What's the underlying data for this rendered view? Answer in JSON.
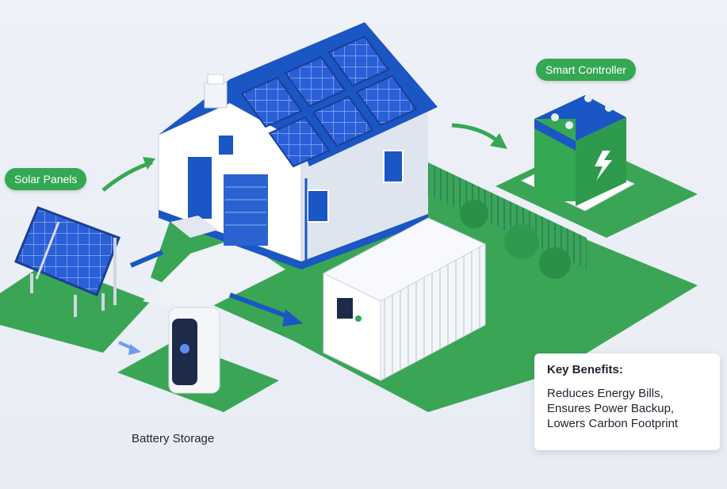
{
  "labels": {
    "solar_panels": "Solar Panels",
    "smart_controller": "Smart Controller",
    "battery_storage": "Battery Storage"
  },
  "benefits": {
    "title": "Key Benefits:",
    "items": [
      "Reduces Energy Bills,",
      "Ensures Power Backup,",
      "Lowers Carbon Footprint"
    ]
  },
  "colors": {
    "grass": "#34a853",
    "roof_blue": "#1a56c4",
    "panel_blue": "#2b5fd6",
    "arrow_green": "#34a853",
    "arrow_blue": "#1a56c4",
    "arrow_light_blue": "#6e9cf0"
  }
}
